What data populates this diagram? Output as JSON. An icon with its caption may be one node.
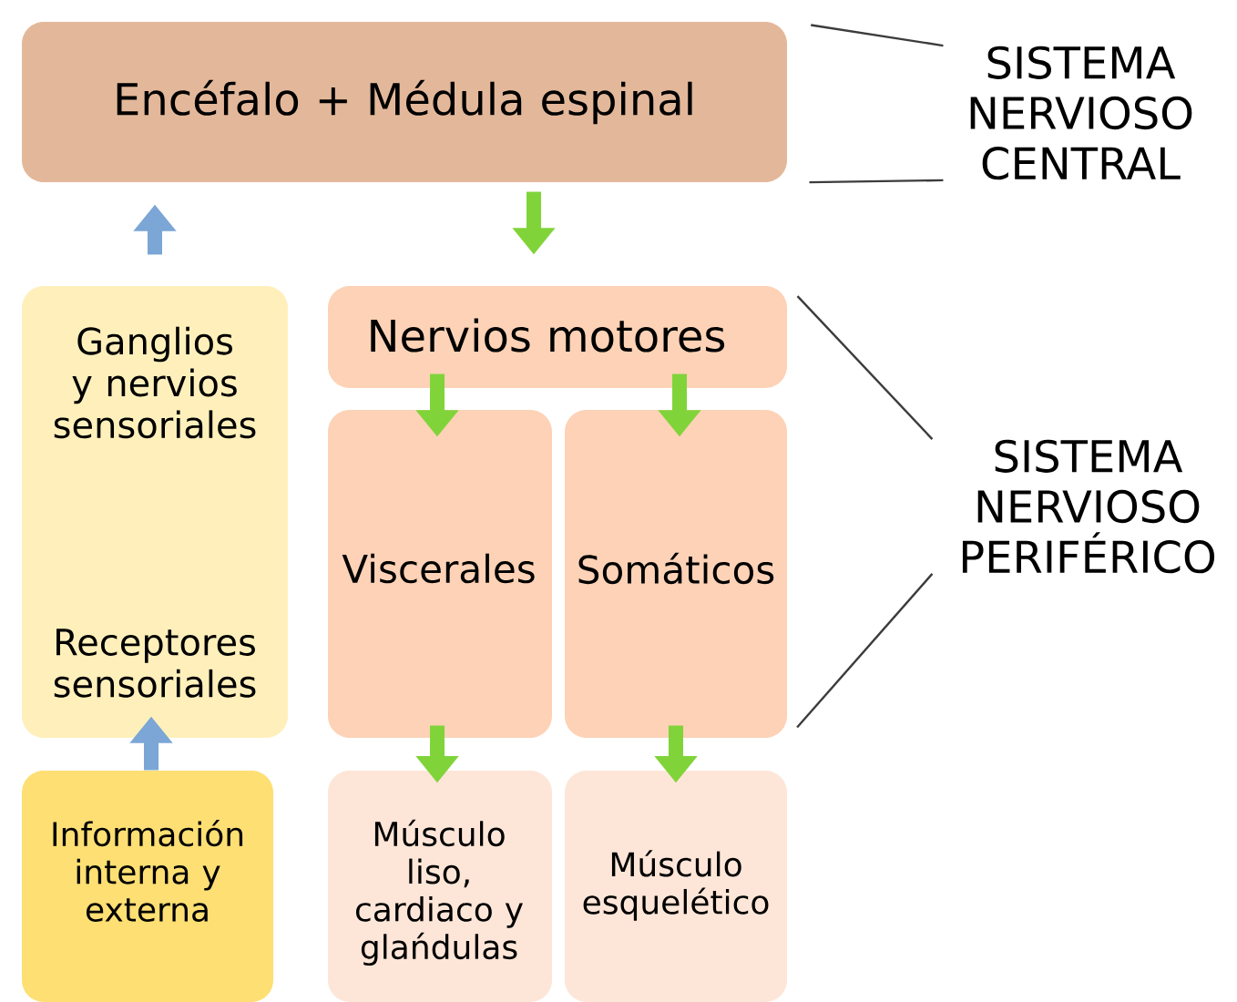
{
  "diagram": {
    "nodes": [
      {
        "text": [
          "Encéfalo + Médula espinal"
        ]
      },
      {
        "text": [
          "Ganglios y nervios sensoriales",
          "Receptores sensoriales"
        ]
      },
      {
        "text": [
          "Nervios motores"
        ]
      },
      {
        "text": [
          "Viscerales"
        ]
      },
      {
        "text": [
          "Somáticos"
        ]
      },
      {
        "text": [
          "Información interna y externa"
        ]
      },
      {
        "text": [
          "Músculo liso, cardiaco y glańdulas"
        ]
      },
      {
        "text": [
          "Músculo esquelético"
        ]
      },
      {
        "text": [
          "SISTEMA NERVIOSO CENTRAL"
        ]
      },
      {
        "text": [
          "SISTEMA NERVIOSO PERIFÉRICO"
        ]
      }
    ],
    "edges": [
      {
        "from": 1,
        "to": 0,
        "arrow": "to",
        "color": "#7ba6d6"
      },
      {
        "from": 0,
        "to": 2,
        "arrow": "to"
      },
      {
        "from": 2,
        "to": 3,
        "arrow": "to"
      },
      {
        "from": 2,
        "to": 4,
        "arrow": "to"
      },
      {
        "from": 3,
        "to": 6,
        "arrow": "to"
      },
      {
        "from": 4,
        "to": 7,
        "arrow": "to"
      },
      {
        "from": 5,
        "to": 1,
        "arrow": "to",
        "color": "#7ba6d6"
      },
      {
        "from": 8,
        "to": 0,
        "arrow": "none",
        "color": "#3c3c3c"
      },
      {
        "from": 8,
        "to": 0,
        "arrow": "none",
        "color": "#3c3c3c"
      },
      {
        "from": 9,
        "to": 2,
        "arrow": "none",
        "color": "#3c3c3c"
      },
      {
        "from": 9,
        "to": 4,
        "arrow": "none",
        "color": "#3c3c3c"
      }
    ]
  }
}
